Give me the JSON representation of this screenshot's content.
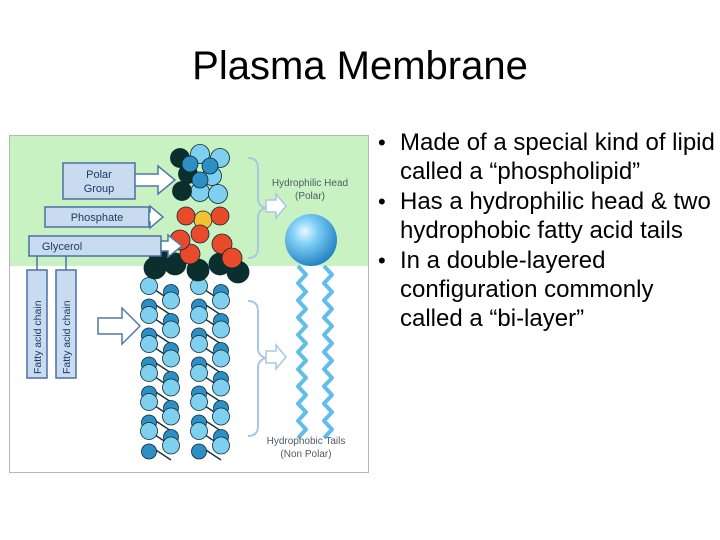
{
  "slide": {
    "title": "Plasma Membrane",
    "bullets": [
      "Made of a special kind of lipid called a “phospholipid”",
      "Has a hydrophilic head & two hydrophobic fatty acid tails",
      "In a double-layered configuration commonly called a “bi-layer”"
    ]
  },
  "figure": {
    "labels": {
      "polar_group": [
        "Polar",
        "Group"
      ],
      "phosphate": "Phosphate",
      "glycerol": "Glycerol",
      "fatty_acid_chain": "Fatty acid chain",
      "hydrophilic_head": [
        "Hydrophilic Head",
        "(Polar)"
      ],
      "hydrophobic_tails": [
        "Hydrophobic Tails",
        "(Non Polar)"
      ]
    },
    "colors": {
      "polar_zone": "#c9f2c2",
      "label_box": "#c9dcef",
      "label_border": "#4a6fa5",
      "arrow": "#ffffff",
      "arrow_border": "#5177a8",
      "atom_carbon": "#2d8fc4",
      "atom_hydrogen": "#7fd0ee",
      "atom_dark": "#0b2f2c",
      "atom_oxygen": "#e84a2a",
      "atom_phosphorus": "#f2c230",
      "head_sphere": "#46b2ee",
      "zigzag": "#62bde8",
      "bracket": "#a9c7e3"
    }
  }
}
